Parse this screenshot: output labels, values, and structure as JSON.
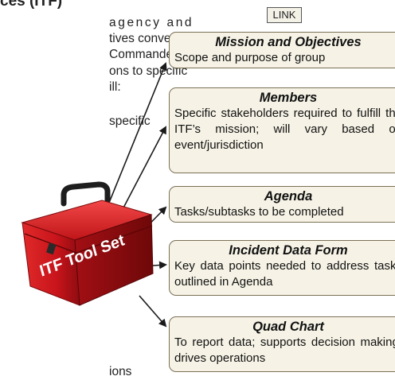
{
  "left_panel": {
    "heading_fragment": "ces (ITF)",
    "lines": [
      "agency and",
      "tives convened",
      "Commander or",
      "ons to specific",
      "ill:",
      "specific",
      "ions"
    ]
  },
  "link_label": "LINK",
  "toolbox_label": "ITF Tool Set",
  "cards": [
    {
      "title": "Mission and Objectives",
      "description": "Scope and purpose of group"
    },
    {
      "title": "Members",
      "description": "Specific stakeholders required to fulfill the ITF’s mission; will vary based on event/jurisdiction"
    },
    {
      "title": "Agenda",
      "description": "Tasks/subtasks to be completed"
    },
    {
      "title": "Incident Data Form",
      "description": "Key data points needed to address tasks outlined in Agenda"
    },
    {
      "title": "Quad Chart",
      "description": "To report data; supports decision making; drives operations"
    }
  ],
  "colors": {
    "card_fill": "#f6f3e6",
    "card_border": "#7a6f55",
    "toolbox_red": "#c8141b",
    "arrow": "#1a1a1a"
  }
}
